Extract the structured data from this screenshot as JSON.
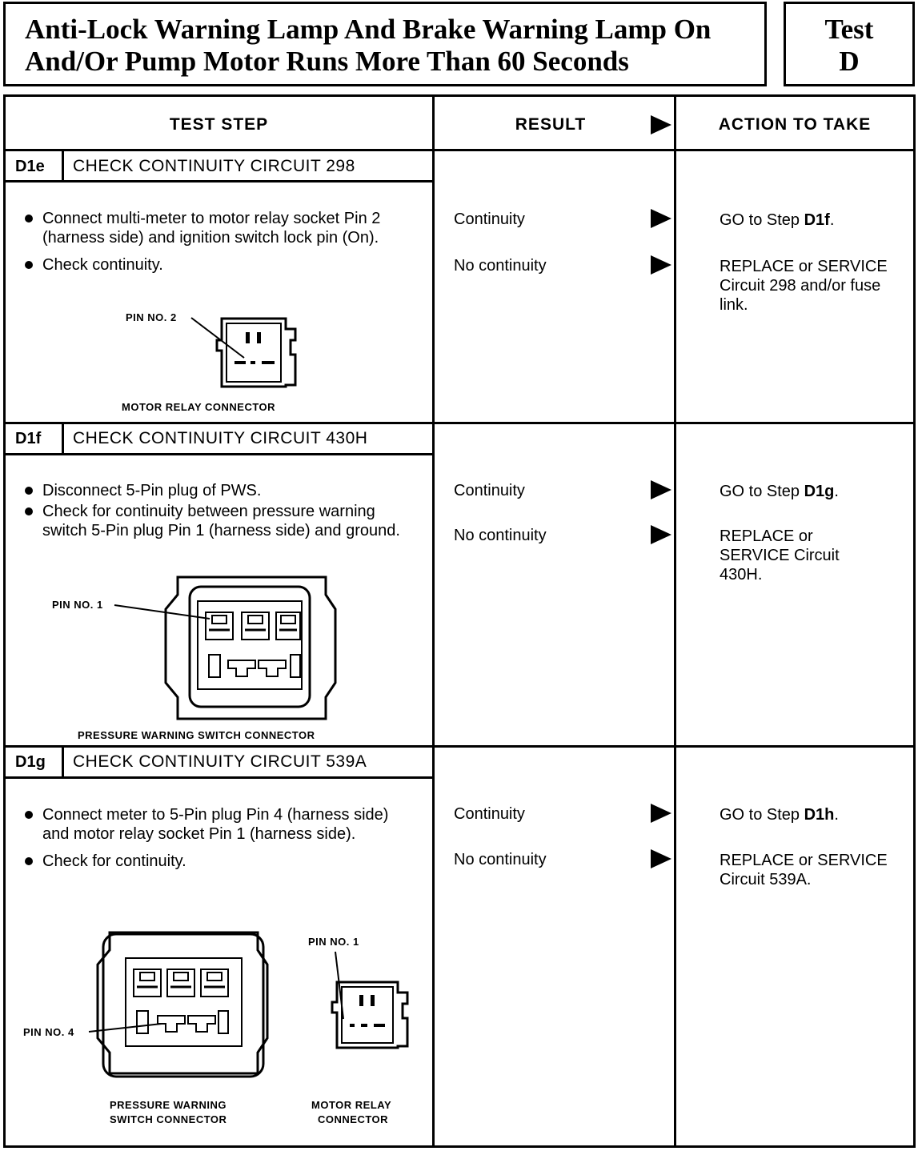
{
  "title": {
    "line1": "Anti-Lock Warning Lamp And Brake Warning Lamp On",
    "line2": "And/Or Pump Motor Runs More Than 60 Seconds"
  },
  "test": {
    "label": "Test",
    "letter": "D"
  },
  "headers": {
    "test_step": "TEST STEP",
    "result": "RESULT",
    "action": "ACTION TO TAKE"
  },
  "steps": [
    {
      "id": "D1e",
      "title": "CHECK CONTINUITY CIRCUIT 298",
      "bullets": [
        "Connect multi-meter to motor relay socket Pin 2 (harness side) and ignition switch lock pin (On).",
        "Check continuity."
      ],
      "diagram": {
        "pin_label": "PIN NO. 2",
        "caption": "MOTOR RELAY CONNECTOR"
      },
      "results": [
        {
          "result": "Continuity",
          "action_prefix": "GO to Step ",
          "action_bold": "D1f",
          "action_suffix": "."
        },
        {
          "result": "No continuity",
          "action_prefix": "REPLACE or SERVICE Circuit 298 and/or fuse link.",
          "action_bold": "",
          "action_suffix": ""
        }
      ]
    },
    {
      "id": "D1f",
      "title": "CHECK CONTINUITY CIRCUIT 430H",
      "bullets": [
        "Disconnect 5-Pin plug of PWS.",
        "Check for continuity between pressure warning switch 5-Pin plug Pin 1 (harness side) and ground."
      ],
      "diagram": {
        "pin_label": "PIN NO. 1",
        "caption": "PRESSURE WARNING SWITCH CONNECTOR"
      },
      "results": [
        {
          "result": "Continuity",
          "action_prefix": "GO to Step ",
          "action_bold": "D1g",
          "action_suffix": "."
        },
        {
          "result": "No continuity",
          "action_prefix": "REPLACE or SERVICE Circuit 430H.",
          "action_bold": "",
          "action_suffix": ""
        }
      ]
    },
    {
      "id": "D1g",
      "title": "CHECK CONTINUITY CIRCUIT 539A",
      "bullets": [
        "Connect meter to 5-Pin plug Pin 4 (harness side) and motor relay socket Pin 1 (harness side).",
        "Check for continuity."
      ],
      "diagram": {
        "pin4_label": "PIN NO. 4",
        "pin1_label": "PIN NO. 1",
        "caption_left_1": "PRESSURE WARNING",
        "caption_left_2": "SWITCH CONNECTOR",
        "caption_right_1": "MOTOR RELAY",
        "caption_right_2": "CONNECTOR"
      },
      "results": [
        {
          "result": "Continuity",
          "action_prefix": "GO to Step ",
          "action_bold": "D1h",
          "action_suffix": "."
        },
        {
          "result": "No continuity",
          "action_prefix": "REPLACE or SERVICE Circuit 539A.",
          "action_bold": "",
          "action_suffix": ""
        }
      ]
    }
  ]
}
